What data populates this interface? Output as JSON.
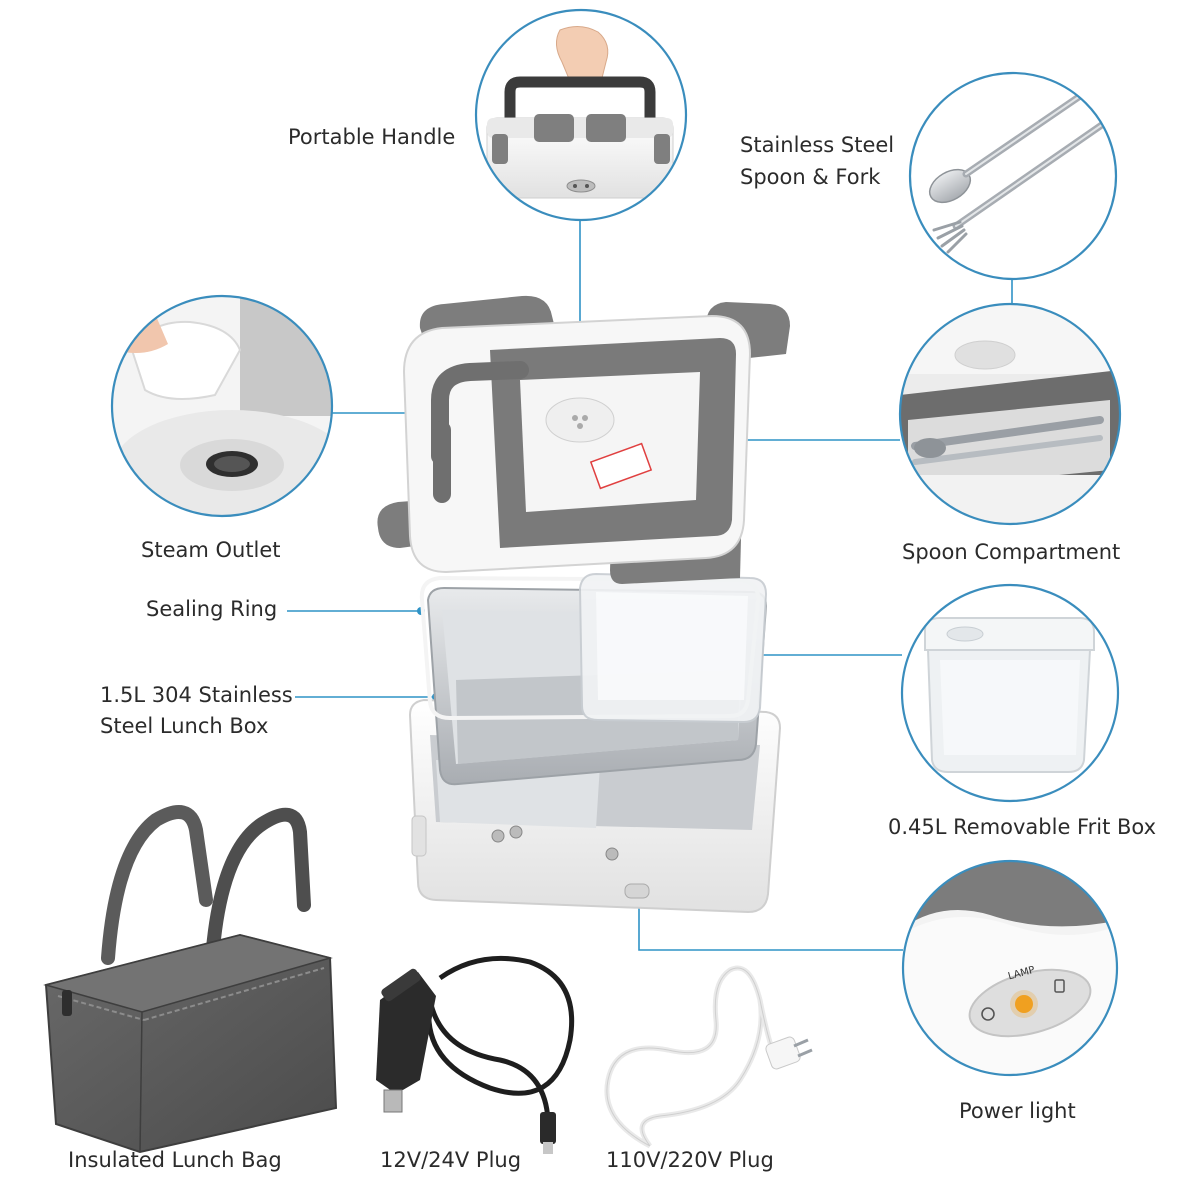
{
  "labels": {
    "portable_handle": "Portable Handle",
    "spoon_fork_line1": "Stainless Steel",
    "spoon_fork_line2": "Spoon & Fork",
    "steam_outlet": "Steam Outlet",
    "spoon_compartment": "Spoon Compartment",
    "sealing_ring": "Sealing Ring",
    "lunch_box_line1": "1.5L 304 Stainless",
    "lunch_box_line2": "Steel Lunch Box",
    "frit_box": "0.45L Removable Frit Box",
    "power_light": "Power light",
    "lunch_bag": "Insulated Lunch Bag",
    "plug_12v": "12V/24V Plug",
    "plug_110v": "110V/220V Plug",
    "lamp_text": "LAMP"
  },
  "colors": {
    "accent_line": "#2f93c6",
    "circle_border": "#3a8dbd",
    "product_gray": "#7f7f7f",
    "product_white": "#f2f2f2",
    "steel": "#c9ccd0",
    "bag_gray": "#5e5e5e",
    "lamp_amber": "#f0a020",
    "text": "#2b2b2b"
  }
}
